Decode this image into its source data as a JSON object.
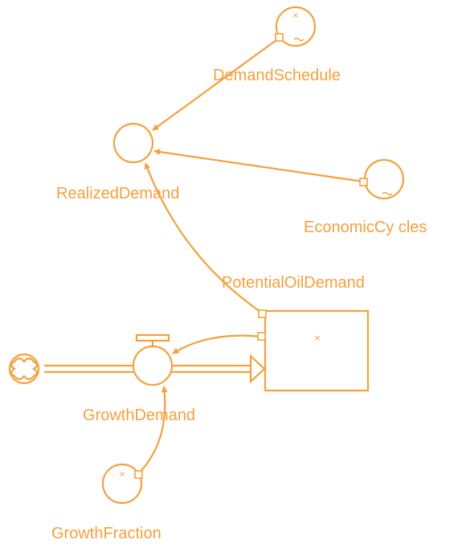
{
  "accent_color": "#F5A03C",
  "diagram": {
    "type": "stock-and-flow",
    "stocks": [
      {
        "id": "potential_oil_demand",
        "label": "PotentialOilDemand"
      }
    ],
    "flows": [
      {
        "id": "growth_demand",
        "label": "GrowthDemand",
        "from": "cloud-source",
        "to": "potential_oil_demand"
      }
    ],
    "auxiliaries": [
      {
        "id": "demand_schedule",
        "label": "DemandSchedule"
      },
      {
        "id": "realized_demand",
        "label": "RealizedDemand"
      },
      {
        "id": "economic_cycles",
        "label": "EconomicCycles"
      },
      {
        "id": "growth_fraction",
        "label": "GrowthFraction"
      }
    ],
    "links": [
      {
        "from": "demand_schedule",
        "to": "realized_demand"
      },
      {
        "from": "economic_cycles",
        "to": "realized_demand"
      },
      {
        "from": "potential_oil_demand",
        "to": "realized_demand"
      },
      {
        "from": "potential_oil_demand",
        "to": "growth_demand"
      },
      {
        "from": "growth_fraction",
        "to": "growth_demand"
      }
    ],
    "labels": {
      "demand_schedule": "DemandSchedule",
      "realized_demand": "RealizedDemand",
      "economic_cycles": "EconomicCy cles",
      "potential_oil_demand": "PotentialOilDemand",
      "growth_demand": "GrowthDemand",
      "growth_fraction": "GrowthFraction"
    }
  }
}
